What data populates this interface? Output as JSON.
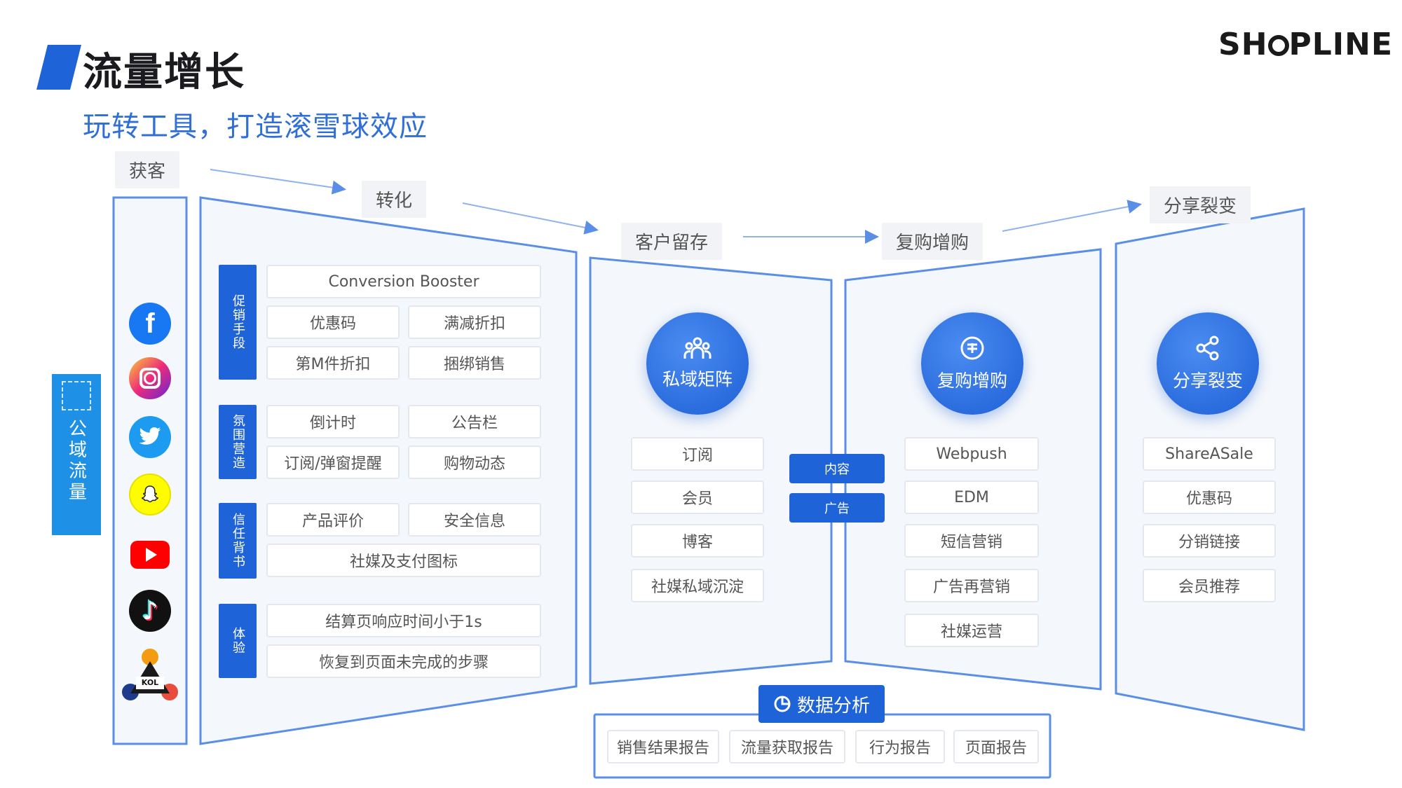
{
  "header": {
    "title": "流量增长",
    "subtitle": "玩转工具，打造滚雪球效应",
    "brand": "SHOPLINE"
  },
  "stages": {
    "acquire": "获客",
    "convert": "转化",
    "retain": "客户留存",
    "repurchase": "复购增购",
    "share": "分享裂变"
  },
  "public_traffic": {
    "label": "公域流量",
    "channels": [
      "facebook-icon",
      "instagram-icon",
      "twitter-icon",
      "snapchat-icon",
      "youtube-icon",
      "tiktok-icon",
      "kol-icon"
    ],
    "kol_text": "KOL"
  },
  "conversion": {
    "groups": [
      {
        "tab": "促销手段",
        "items": [
          "Conversion Booster",
          "优惠码",
          "满减折扣",
          "第M件折扣",
          "捆绑销售"
        ]
      },
      {
        "tab": "氛围营造",
        "items": [
          "倒计时",
          "公告栏",
          "订阅/弹窗提醒",
          "购物动态"
        ]
      },
      {
        "tab": "信任背书",
        "items": [
          "产品评价",
          "安全信息",
          "社媒及支付图标"
        ]
      },
      {
        "tab": "体验",
        "items": [
          "结算页响应时间小于1s",
          "恢复到页面未完成的步骤"
        ]
      }
    ]
  },
  "retention": {
    "circle_label": "私域矩阵",
    "items": [
      "订阅",
      "会员",
      "博客",
      "社媒私域沉淀"
    ]
  },
  "bridge": {
    "content": "内容",
    "ads": "广告"
  },
  "repurchase": {
    "circle_label": "复购增购",
    "items": [
      "Webpush",
      "EDM",
      "短信营销",
      "广告再营销",
      "社媒运营"
    ]
  },
  "sharing": {
    "circle_label": "分享裂变",
    "items": [
      "ShareASale",
      "优惠码",
      "分销链接",
      "会员推荐"
    ]
  },
  "analytics": {
    "title": "数据分析",
    "reports": [
      "销售结果报告",
      "流量获取报告",
      "行为报告",
      "页面报告"
    ]
  },
  "colors": {
    "accent": "#1e63d8",
    "panel_border": "#5b8fe6",
    "panel_fill": "#f4f7fb"
  }
}
